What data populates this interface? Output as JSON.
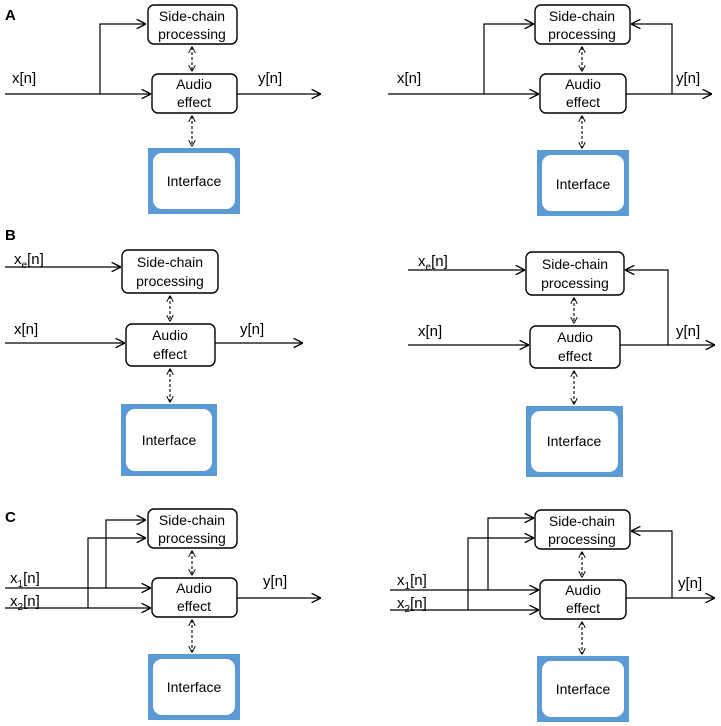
{
  "panels": [
    {
      "label": "A"
    },
    {
      "label": "B"
    },
    {
      "label": "C"
    }
  ],
  "blocks": {
    "sidechain_line1": "Side-chain",
    "sidechain_line2": "processing",
    "effect_line1": "Audio",
    "effect_line2": "effect",
    "interface": "Interface"
  },
  "signals": {
    "input": "x[n]",
    "output": "y[n]",
    "external_base": "x",
    "external_sub": "e",
    "external_tail": "[n]",
    "input1_base": "x",
    "input1_sub": "1",
    "input1_tail": "[n]",
    "input2_base": "x",
    "input2_sub": "2",
    "input2_tail": "[n]"
  },
  "colors": {
    "interface_border": "#5b9bd5",
    "line": "#000000"
  }
}
